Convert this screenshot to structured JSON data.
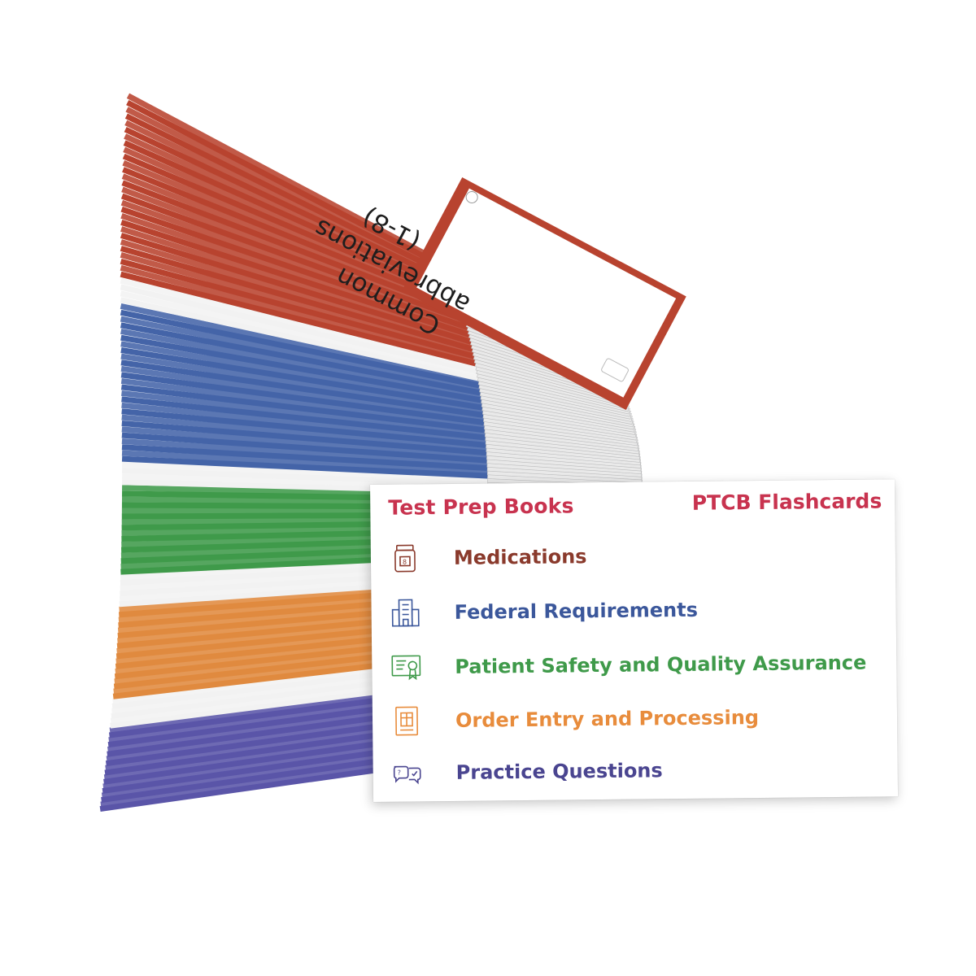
{
  "top_card": {
    "title_line1": "Common",
    "title_line2": "abbreviations",
    "title_line3": "(1-8)",
    "band_color": "#b8432f"
  },
  "front_card": {
    "brand": "Test Prep Books",
    "product": "PTCB Flashcards",
    "brand_color": "#c8334f",
    "topics": [
      {
        "label": "Medications",
        "icon": "medicine-bottle-icon",
        "color": "#8a3a2c"
      },
      {
        "label": "Federal Requirements",
        "icon": "building-icon",
        "color": "#3b579b"
      },
      {
        "label": "Patient Safety and Quality Assurance",
        "icon": "certificate-icon",
        "color": "#3f9a4a"
      },
      {
        "label": "Order Entry and Processing",
        "icon": "prescription-form-icon",
        "color": "#e88c3c"
      },
      {
        "label": "Practice Questions",
        "icon": "speech-bubbles-icon",
        "color": "#4a4590"
      }
    ]
  },
  "stack_colors": {
    "red": "#b8432f",
    "blue": "#4464a8",
    "green": "#3f9a4a",
    "orange": "#e08a3f",
    "purple": "#5a55a8",
    "white": "#f2f2f2"
  }
}
